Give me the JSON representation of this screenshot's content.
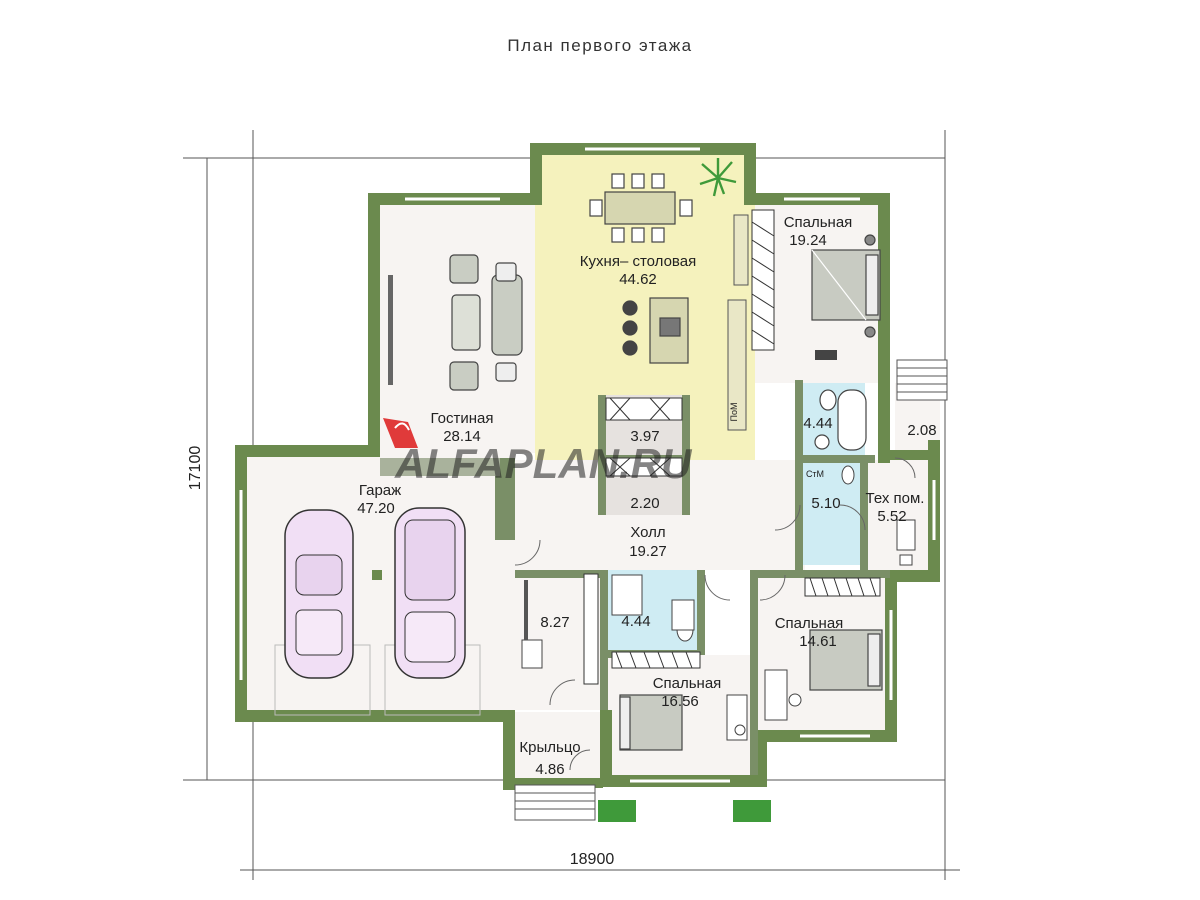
{
  "title": "План первого этажа",
  "watermark": "ALFAPLAN.RU",
  "dimensions": {
    "width": "18900",
    "height": "17100"
  },
  "rooms": {
    "living": {
      "name": "Гостиная",
      "area": "28.14"
    },
    "kitchen": {
      "name": "Кухня– столовая",
      "area": "44.62"
    },
    "bedroom_ne": {
      "name": "Спальная",
      "area": "19.24"
    },
    "bath_ne": {
      "area": "4.44"
    },
    "porch_e": {
      "area": "2.08"
    },
    "garage": {
      "name": "Гараж",
      "area": "47.20"
    },
    "pantry": {
      "area": "3.97"
    },
    "closet": {
      "area": "2.20"
    },
    "hall": {
      "name": "Холл",
      "area": "19.27"
    },
    "wc": {
      "area": "5.10",
      "tag": "СтМ"
    },
    "tech": {
      "name": "Тех пом.",
      "area": "5.52"
    },
    "utility": {
      "area": "8.27"
    },
    "bath_s": {
      "area": "4.44"
    },
    "bedroom_s": {
      "name": "Спальная",
      "area": "16.56"
    },
    "bedroom_se": {
      "name": "Спальная",
      "area": "14.61"
    },
    "entry": {
      "name": "Крыльцо",
      "area": "4.86"
    }
  },
  "appliance_tag": "ПоМ",
  "colors": {
    "wall": "#6b8a4e",
    "wall_dark": "#54703c",
    "kitchen_floor": "#f5f2bd",
    "wet_floor": "#cfecf3",
    "floor": "#f7f4f2",
    "plant": "#3f9a3a"
  }
}
